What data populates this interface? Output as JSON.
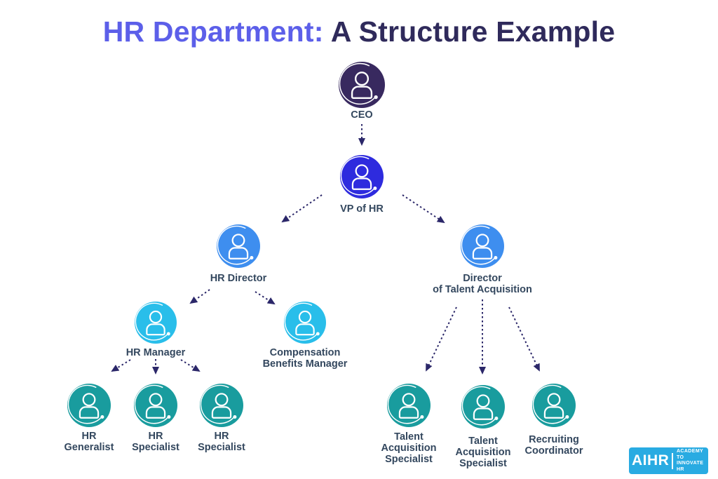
{
  "title": {
    "highlight": "HR Department:",
    "rest": "A Structure Example"
  },
  "nodes": {
    "ceo": {
      "label": "CEO",
      "tier": "ceo"
    },
    "vp_hr": {
      "label": "VP of HR",
      "tier": "vp"
    },
    "hr_director": {
      "label": "HR Director",
      "tier": "director"
    },
    "director_talent_acquisition": {
      "label": "Director\nof Talent Acquisition",
      "tier": "director"
    },
    "hr_manager": {
      "label": "HR Manager",
      "tier": "manager"
    },
    "compensation_benefits_manager": {
      "label": "Compensation\nBenefits Manager",
      "tier": "manager"
    },
    "hr_generalist": {
      "label": "HR\nGeneralist",
      "tier": "specialist"
    },
    "hr_specialist_1": {
      "label": "HR\nSpecialist",
      "tier": "specialist"
    },
    "hr_specialist_2": {
      "label": "HR\nSpecialist",
      "tier": "specialist"
    },
    "talent_acquisition_specialist_1": {
      "label": "Talent\nAcquisition\nSpecialist",
      "tier": "specialist"
    },
    "talent_acquisition_specialist_2": {
      "label": "Talent\nAcquisition\nSpecialist",
      "tier": "specialist"
    },
    "recruiting_coordinator": {
      "label": "Recruiting\nCoordinator",
      "tier": "specialist"
    }
  },
  "edges": [
    {
      "from": "ceo",
      "to": "vp_hr"
    },
    {
      "from": "vp_hr",
      "to": "hr_director"
    },
    {
      "from": "vp_hr",
      "to": "director_talent_acquisition"
    },
    {
      "from": "hr_director",
      "to": "hr_manager"
    },
    {
      "from": "hr_director",
      "to": "compensation_benefits_manager"
    },
    {
      "from": "hr_manager",
      "to": "hr_generalist"
    },
    {
      "from": "hr_manager",
      "to": "hr_specialist_1"
    },
    {
      "from": "hr_manager",
      "to": "hr_specialist_2"
    },
    {
      "from": "director_talent_acquisition",
      "to": "talent_acquisition_specialist_1"
    },
    {
      "from": "director_talent_acquisition",
      "to": "talent_acquisition_specialist_2"
    },
    {
      "from": "director_talent_acquisition",
      "to": "recruiting_coordinator"
    }
  ],
  "colors": {
    "ceo": "#38295F",
    "vp": "#2E2BDE",
    "director": "#3E8EEF",
    "manager": "#29BEEA",
    "specialist": "#199C9E",
    "arrow": "#2B2769",
    "title_highlight": "#5C5FE9",
    "title_rest": "#2F2A5B",
    "label_text": "#33475E",
    "logo_bg": "#29ABE2"
  },
  "logo": {
    "brand": "AIHR",
    "tagline_line1": "ACADEMY TO",
    "tagline_line2": "INNOVATE HR"
  }
}
